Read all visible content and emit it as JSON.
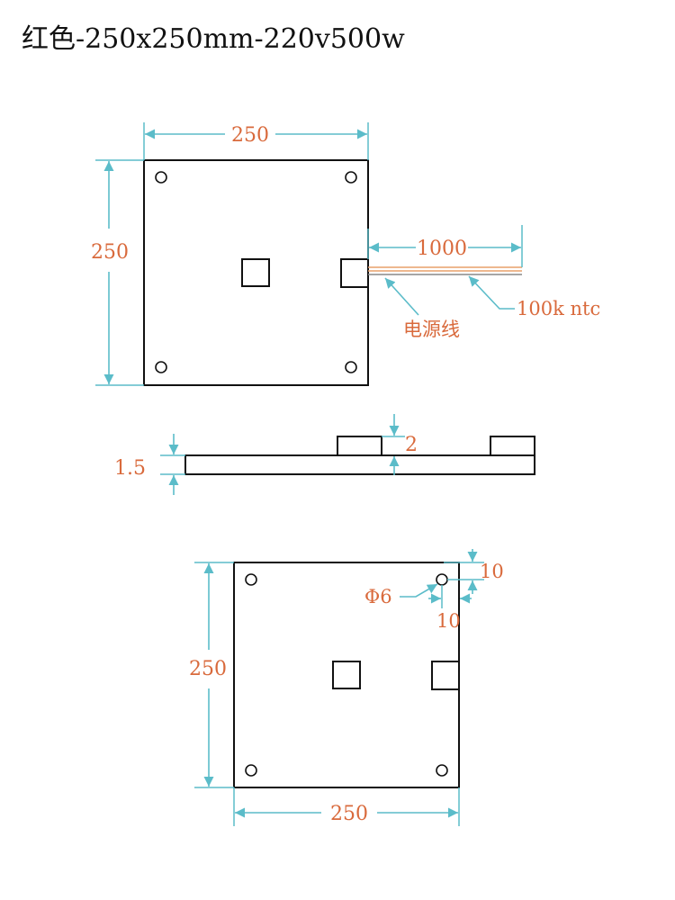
{
  "title": "红色-250x250mm-220v500w",
  "colors": {
    "dimension_line": "#5bbcc9",
    "dimension_text": "#d96a3c",
    "outline": "#111111",
    "wire_orange": "#e8a06a",
    "wire_gray": "#888888"
  },
  "top_view": {
    "width_label": "250",
    "height_label": "250",
    "cable_length_label": "1000",
    "power_cable_label": "电源线",
    "ntc_label": "100k ntc"
  },
  "side_view": {
    "thickness_label": "1.5",
    "block_height_label": "2"
  },
  "bottom_view": {
    "height_label": "250",
    "width_label": "250",
    "hole_diameter_label": "Φ6",
    "hole_offset_top_label": "10",
    "hole_offset_side_label": "10"
  }
}
